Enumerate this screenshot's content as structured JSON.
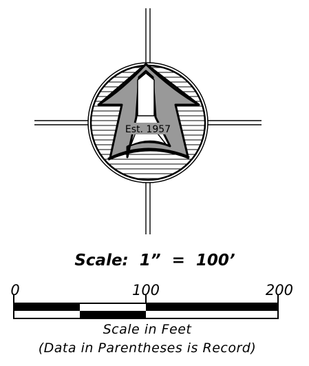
{
  "north_arrow": {
    "seal_text": "Est. 1957",
    "colors": {
      "ink": "#000000",
      "arrow_fill": "#999999",
      "paper": "#ffffff"
    }
  },
  "scale_title": "Scale:  1”  =  100’",
  "scale_bar": {
    "ticks": [
      {
        "value": 0,
        "label": "0"
      },
      {
        "value": 100,
        "label": "100"
      },
      {
        "value": 200,
        "label": "200"
      }
    ],
    "max": 200,
    "segments": [
      {
        "from": 0,
        "to": 50,
        "top": "black",
        "bottom": "white"
      },
      {
        "from": 50,
        "to": 100,
        "top": "white",
        "bottom": "black"
      },
      {
        "from": 100,
        "to": 200,
        "top": "black",
        "bottom": "white"
      }
    ]
  },
  "caption_line1": "Scale in Feet",
  "caption_line2": "(Data in Parentheses is Record)"
}
